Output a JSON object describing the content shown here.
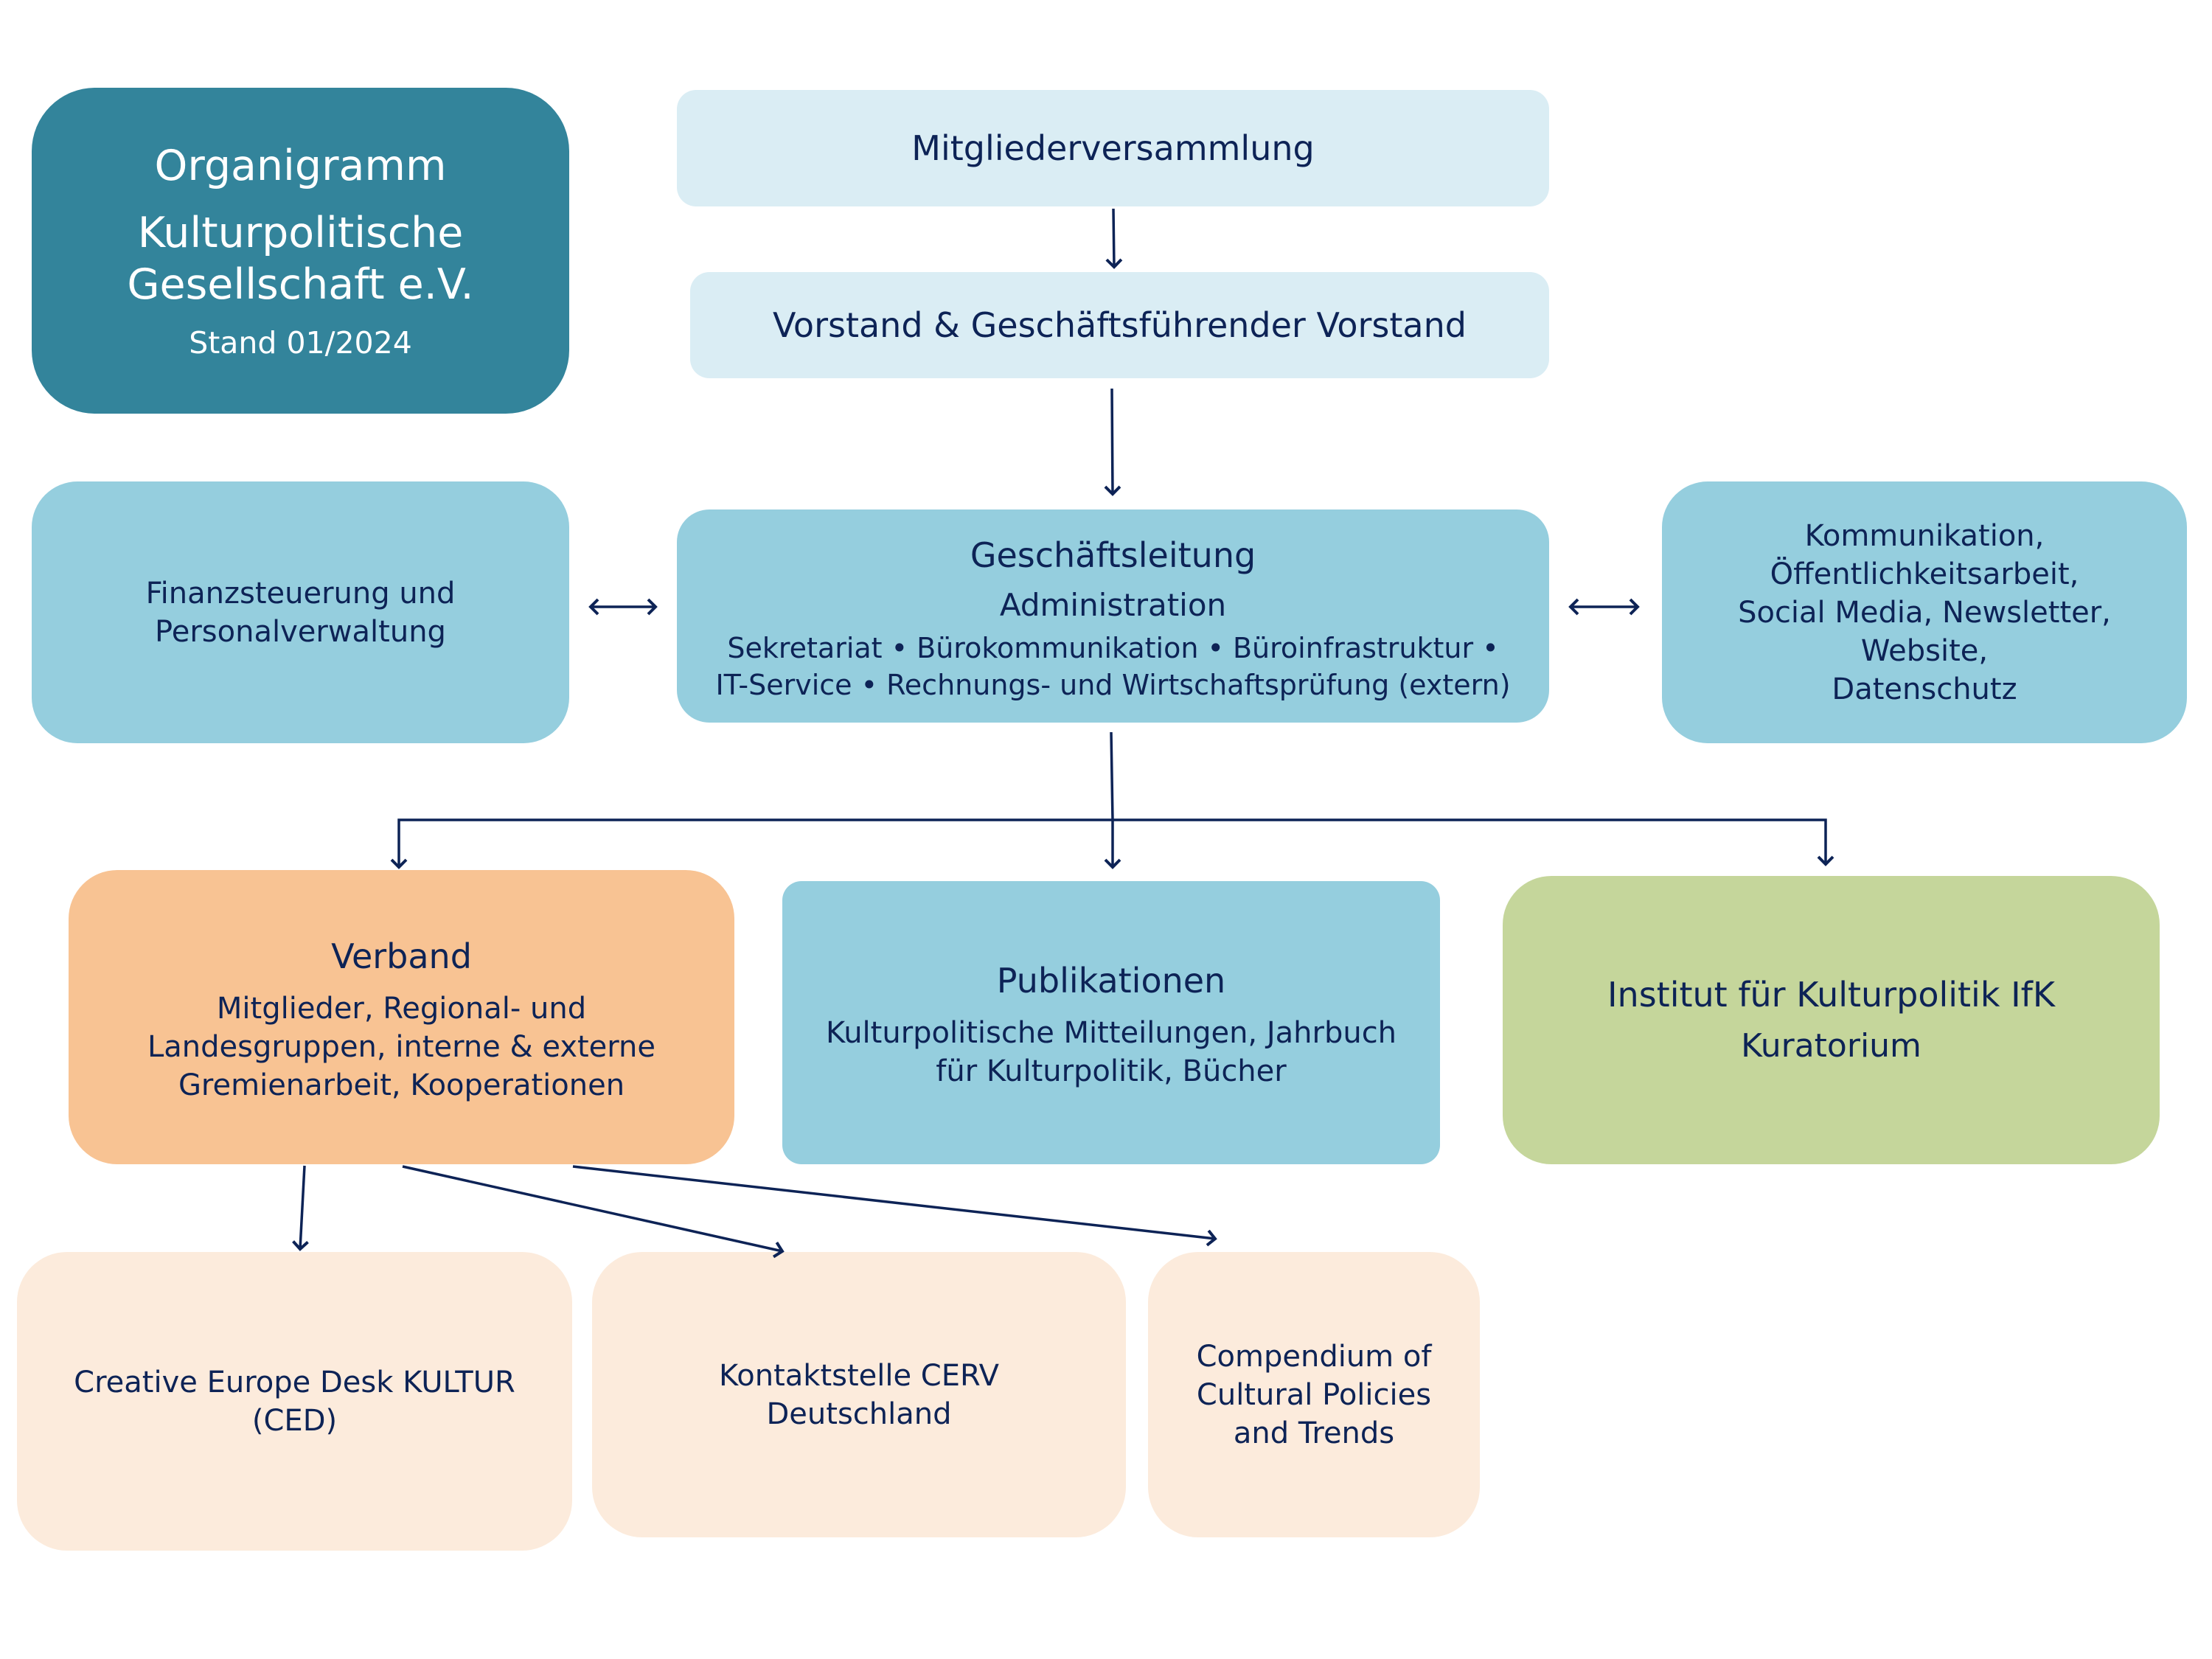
{
  "title_box": {
    "line1": "Organigramm",
    "line2a": "Kulturpolitische",
    "line2b": "Gesellschaft e.V.",
    "line3": "Stand 01/2024"
  },
  "mitgliederversammlung": {
    "label": "Mitgliederversammlung"
  },
  "vorstand": {
    "label": "Vorstand & Geschäftsführender Vorstand"
  },
  "finanz": {
    "line1": "Finanzsteuerung und",
    "line2": "Personalverwaltung"
  },
  "geschaeftsleitung": {
    "title": "Geschäftsleitung",
    "subtitle": "Administration",
    "line1": "Sekretariat • Bürokommunikation • Büroinfrastruktur •",
    "line2": "IT-Service • Rechnungs- und Wirtschaftsprüfung (extern)"
  },
  "kommunikation": {
    "lines": [
      "Kommunikation,",
      "Öffentlichkeitsarbeit,",
      "Social Media, Newsletter,",
      "Website,",
      "Datenschutz"
    ]
  },
  "verband": {
    "title": "Verband",
    "lines": [
      "Mitglieder, Regional- und",
      "Landesgruppen, interne & externe",
      "Gremienarbeit, Kooperationen"
    ]
  },
  "publikationen": {
    "title": "Publikationen",
    "lines": [
      "Kulturpolitische Mitteilungen, Jahrbuch",
      "für Kulturpolitik, Bücher"
    ]
  },
  "institut": {
    "title": "Institut für Kulturpolitik IfK",
    "subtitle": "Kuratorium"
  },
  "ced": {
    "lines": [
      "Creative Europe Desk KULTUR",
      "(CED)"
    ]
  },
  "cerv": {
    "lines": [
      "Kontaktstelle CERV",
      "Deutschland"
    ]
  },
  "compendium": {
    "lines": [
      "Compendium of",
      "Cultural Policies",
      "and Trends"
    ]
  },
  "colors": {
    "title_box": "#33849b",
    "light_blue": "#daedf4",
    "mid_blue": "#95cede",
    "orange": "#f8c393",
    "green": "#c5d69b",
    "peach": "#fcebdc",
    "text_navy": "#0d2356"
  }
}
